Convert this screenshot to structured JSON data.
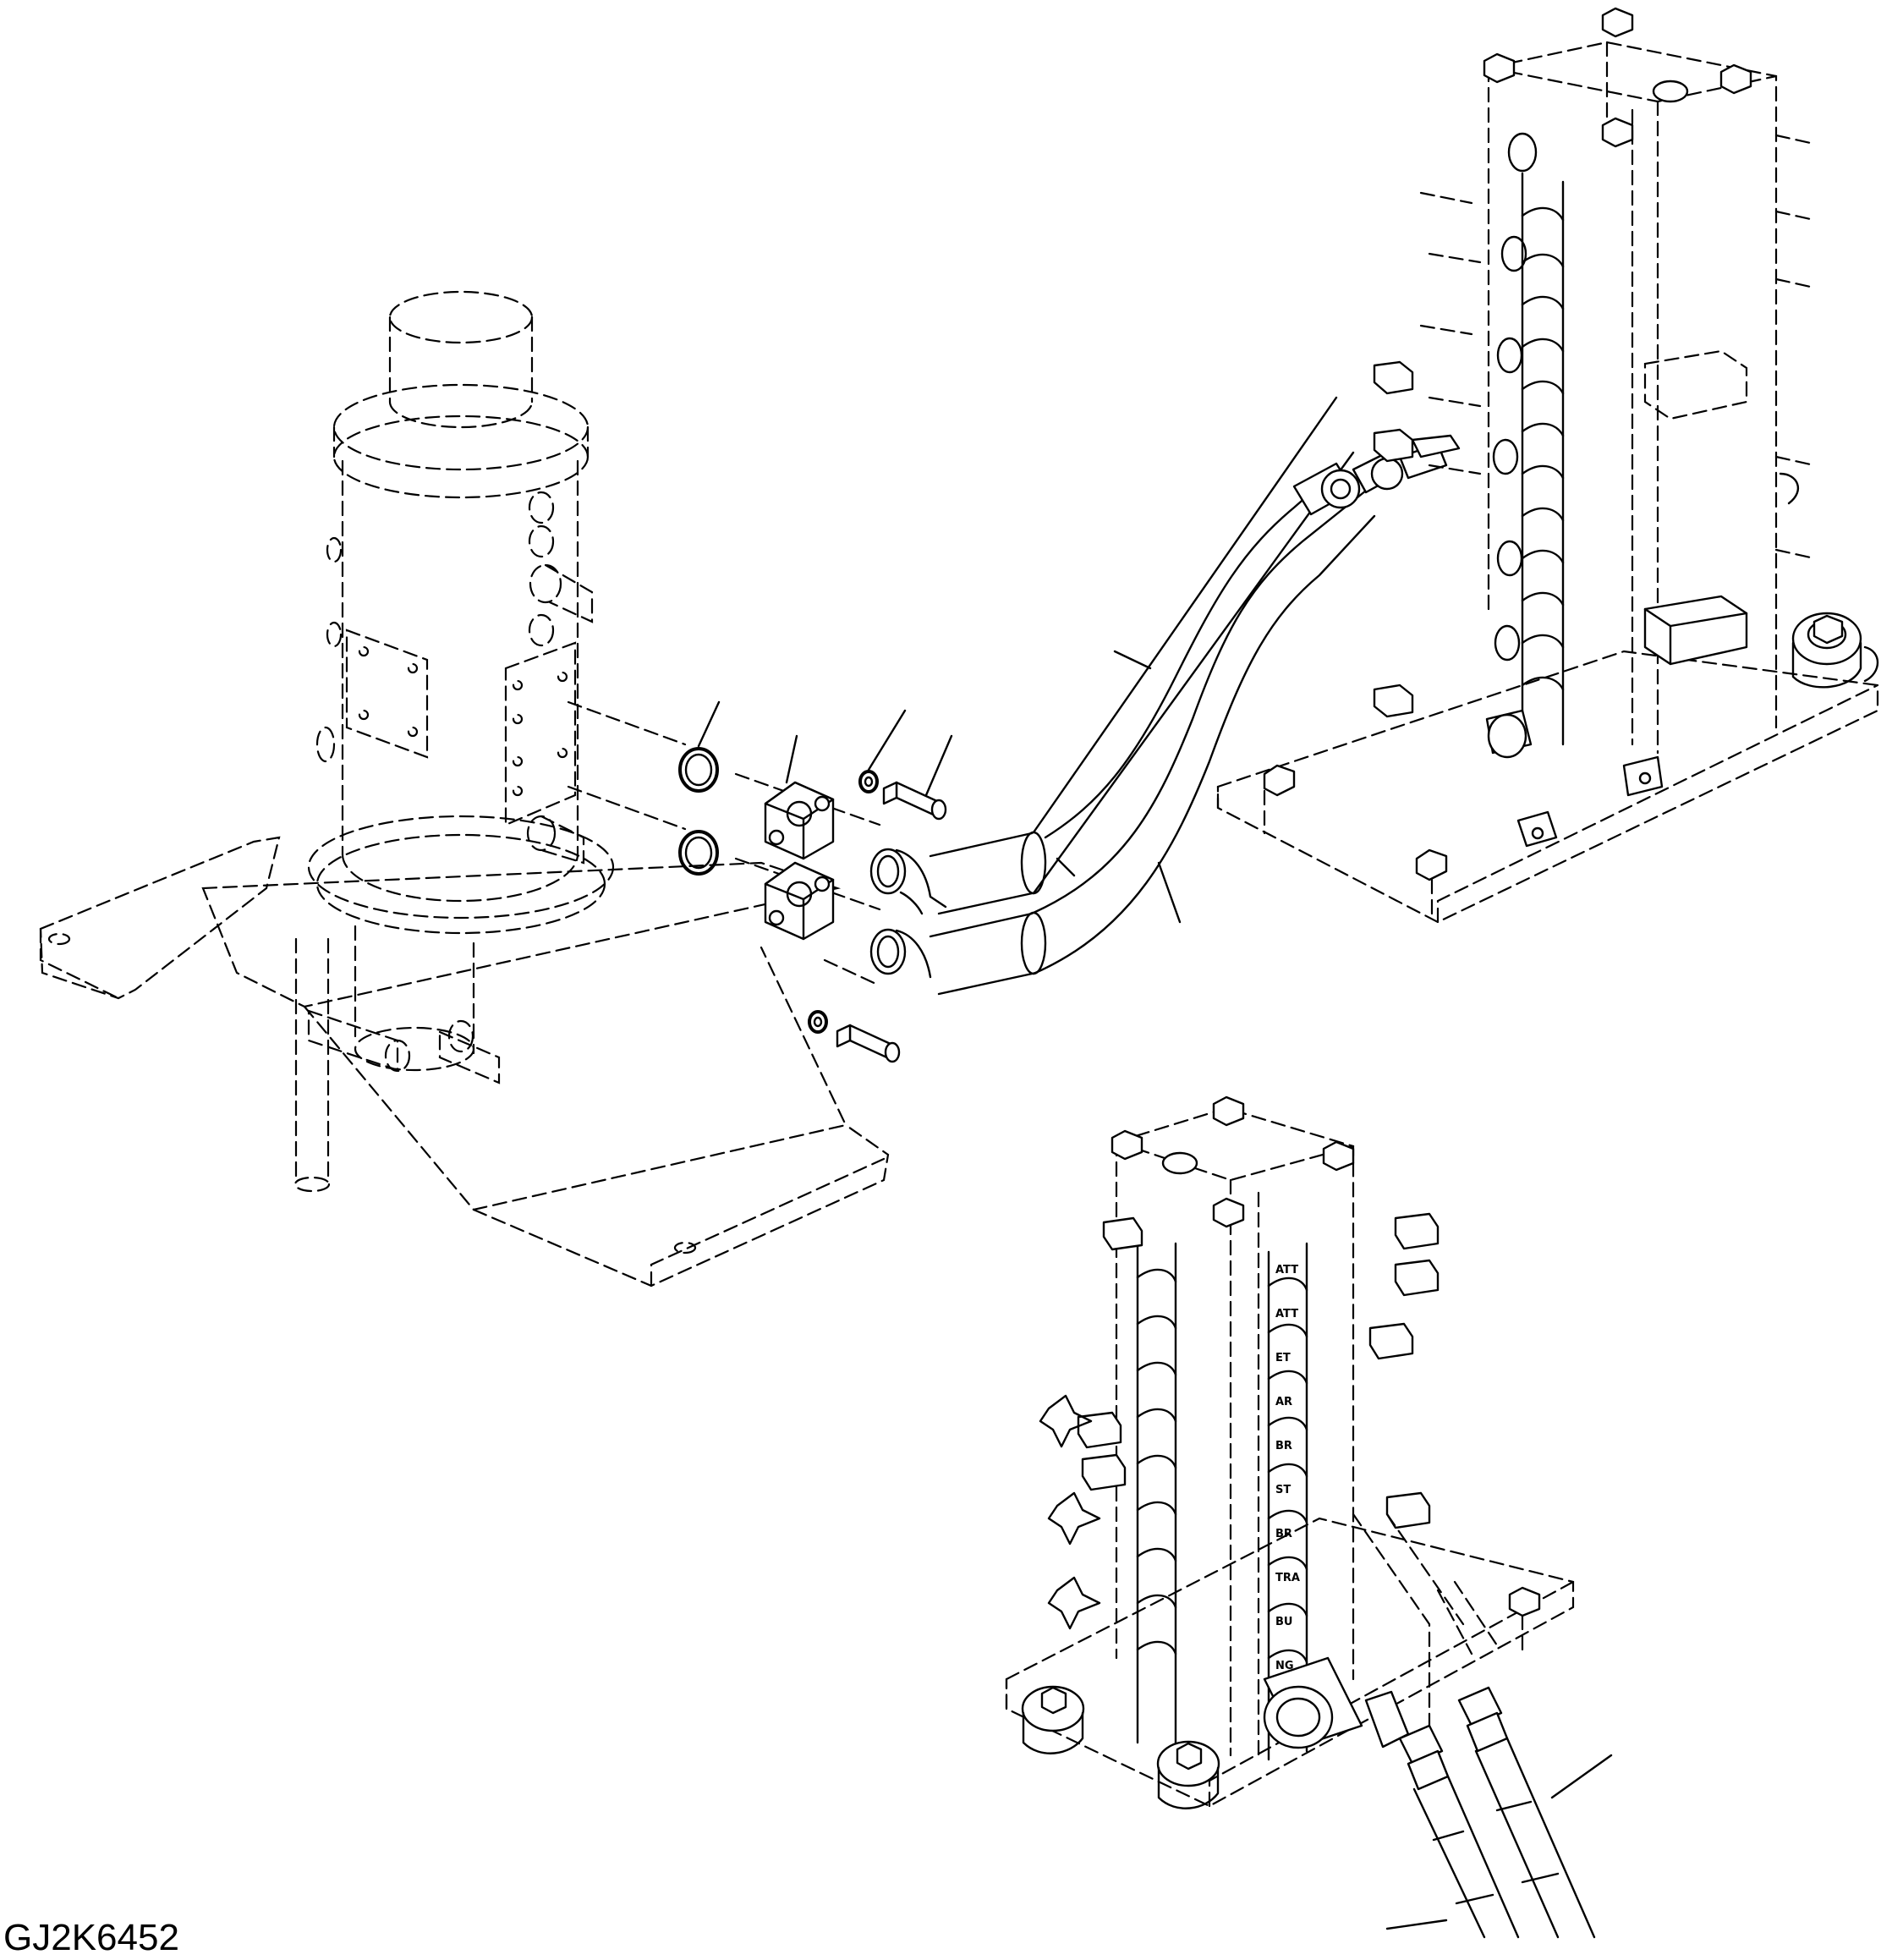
{
  "figure_code": "GJ2K6452",
  "valve_labels": [
    "ATT",
    "ATT",
    "ET",
    "AR",
    "BR",
    "ST",
    "BR",
    "TRA",
    "BU",
    "NG"
  ],
  "leader_lines": 8
}
